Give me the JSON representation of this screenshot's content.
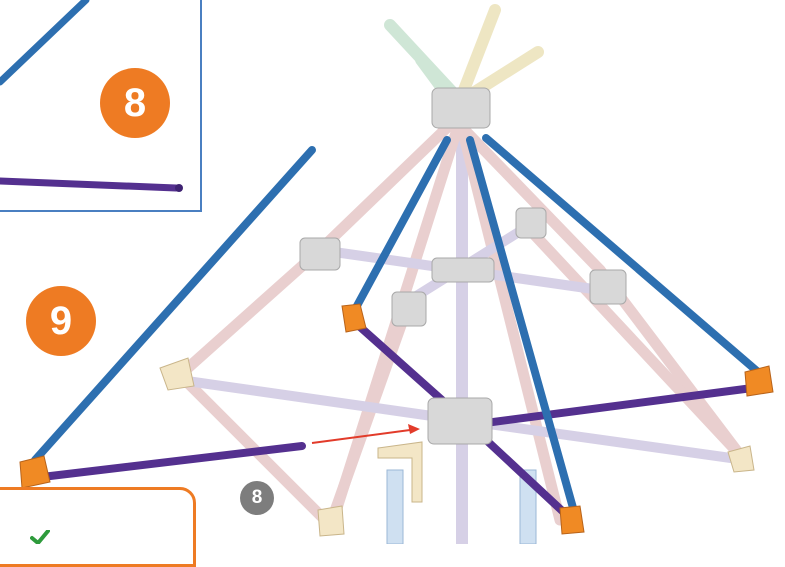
{
  "steps": {
    "inset_step": "8",
    "main_step": "9",
    "reference_step": "8"
  },
  "colors": {
    "orange_badge": "#ee7b23",
    "gray_badge": "#7d7d7d",
    "blue_rod": "#2d6fb0",
    "purple_rod": "#54308f",
    "pink_rod": "#e9cfcf",
    "lavender_rod": "#d6d0e6",
    "gray_connector": "#d8d8d8",
    "orange_connector": "#f08a24",
    "arrow": "#e23b2a",
    "inset_border": "#4a7fc1"
  },
  "icons": {
    "arrow": "red-insert-arrow-icon",
    "connector": "k-nex-connector-icon"
  }
}
